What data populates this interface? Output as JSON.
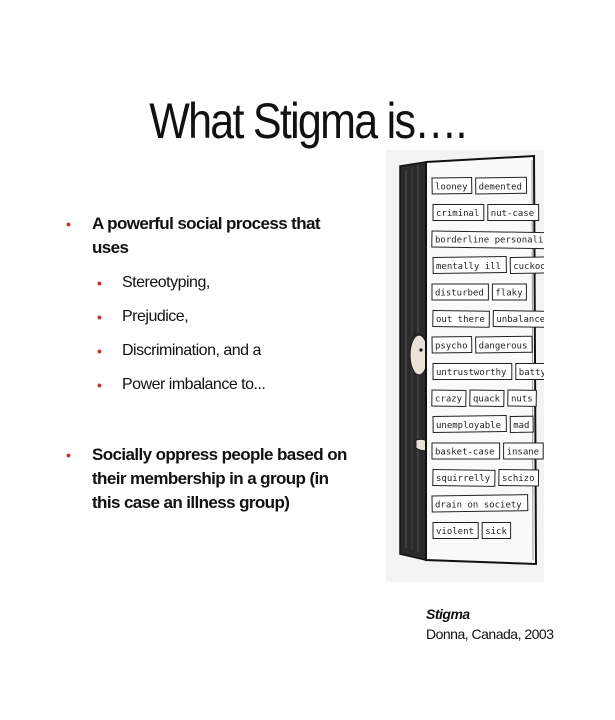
{
  "slide": {
    "title": "What Stigma is….",
    "bullets": [
      {
        "text": "A powerful social process that uses",
        "sub": [
          "Stereotyping,",
          "Prejudice,",
          "Discrimination, and a",
          "Power imbalance to..."
        ]
      },
      {
        "text": "Socially oppress people based on their membership in a group (in this case an illness group)"
      }
    ],
    "illustration": {
      "labels": [
        [
          "looney",
          "demented"
        ],
        [
          "criminal",
          "nut-case"
        ],
        [
          "borderline personality"
        ],
        [
          "mentally ill",
          "cuckoo"
        ],
        [
          "disturbed",
          "flaky"
        ],
        [
          "out there",
          "unbalanced"
        ],
        [
          "psycho",
          "dangerous"
        ],
        [
          "untrustworthy",
          "batty"
        ],
        [
          "crazy",
          "quack",
          "nuts"
        ],
        [
          "unemployable",
          "mad"
        ],
        [
          "basket-case",
          "insane"
        ],
        [
          "squirrelly",
          "schizo"
        ],
        [
          "drain on society"
        ],
        [
          "violent",
          "sick"
        ]
      ]
    },
    "caption": {
      "title": "Stigma",
      "credit": "Donna, Canada, 2003"
    }
  }
}
